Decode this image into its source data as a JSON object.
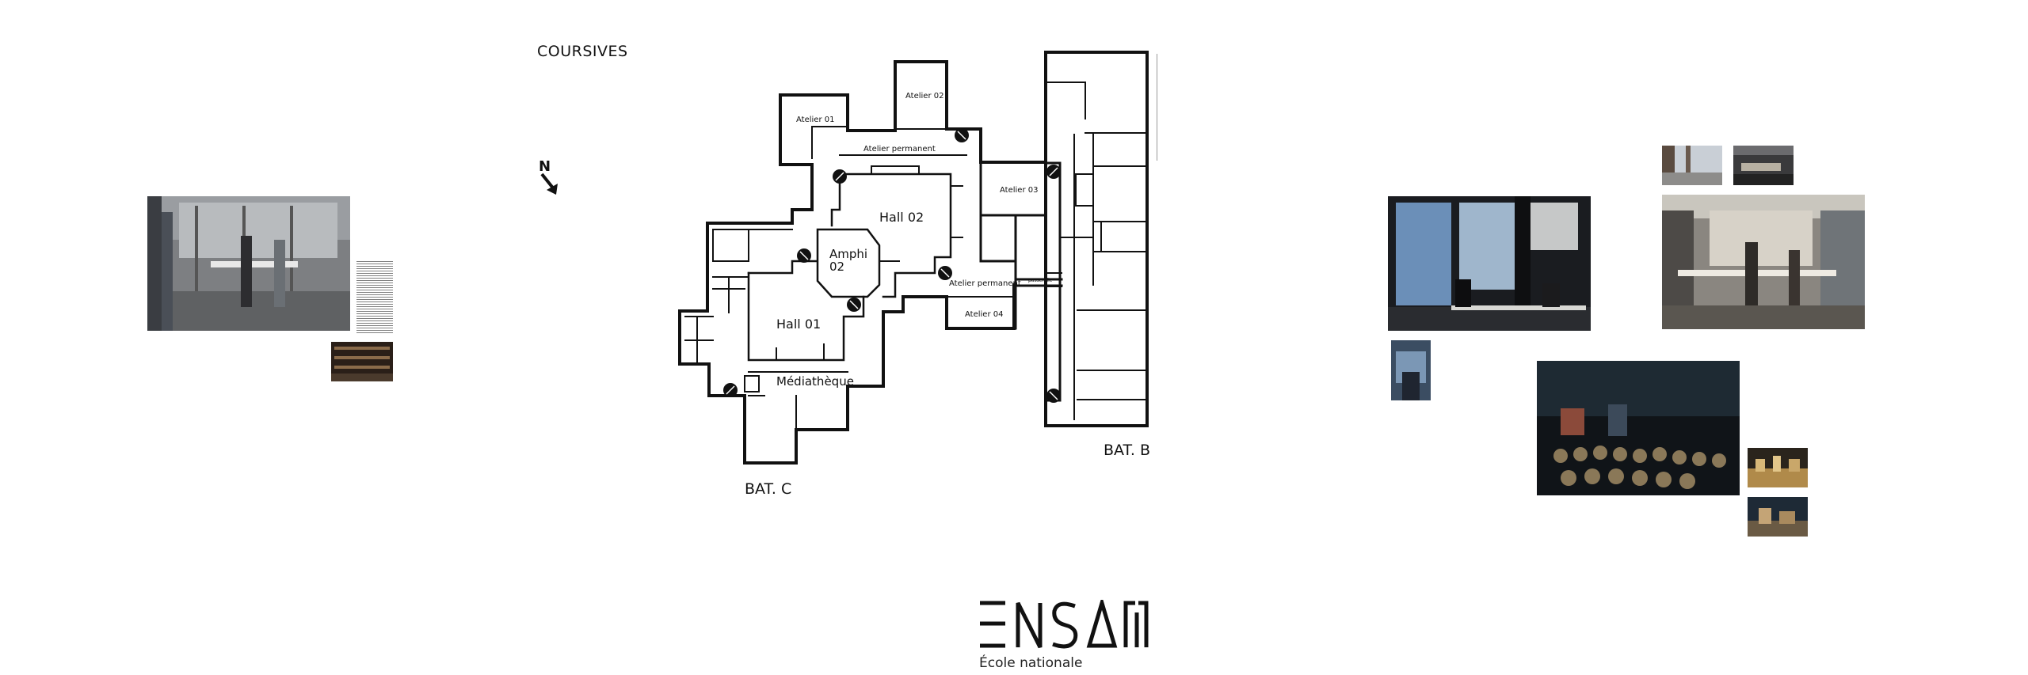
{
  "section": {
    "title": "COURSIVES"
  },
  "north": {
    "label": "N"
  },
  "plan": {
    "rooms": {
      "atelier01": "Atelier 01",
      "atelier02": "Atelier 02",
      "atelier03": "Atelier 03",
      "atelier04": "Atelier 04",
      "atelier_permanent_1": "Atelier permanent",
      "atelier_permanent_2": "Atelier permanent",
      "hall01": "Hall 01",
      "hall02": "Hall 02",
      "amphi02_line1": "Amphi",
      "amphi02_line2": "02",
      "mediatheque": "Médiathèque",
      "passerelle": "passerelle"
    },
    "buildings": {
      "bat_b": "BAT. B",
      "bat_c": "BAT. C"
    }
  },
  "logo": {
    "subtitle": "École nationale"
  },
  "colors": {
    "ink": "#111111",
    "background": "#ffffff"
  }
}
